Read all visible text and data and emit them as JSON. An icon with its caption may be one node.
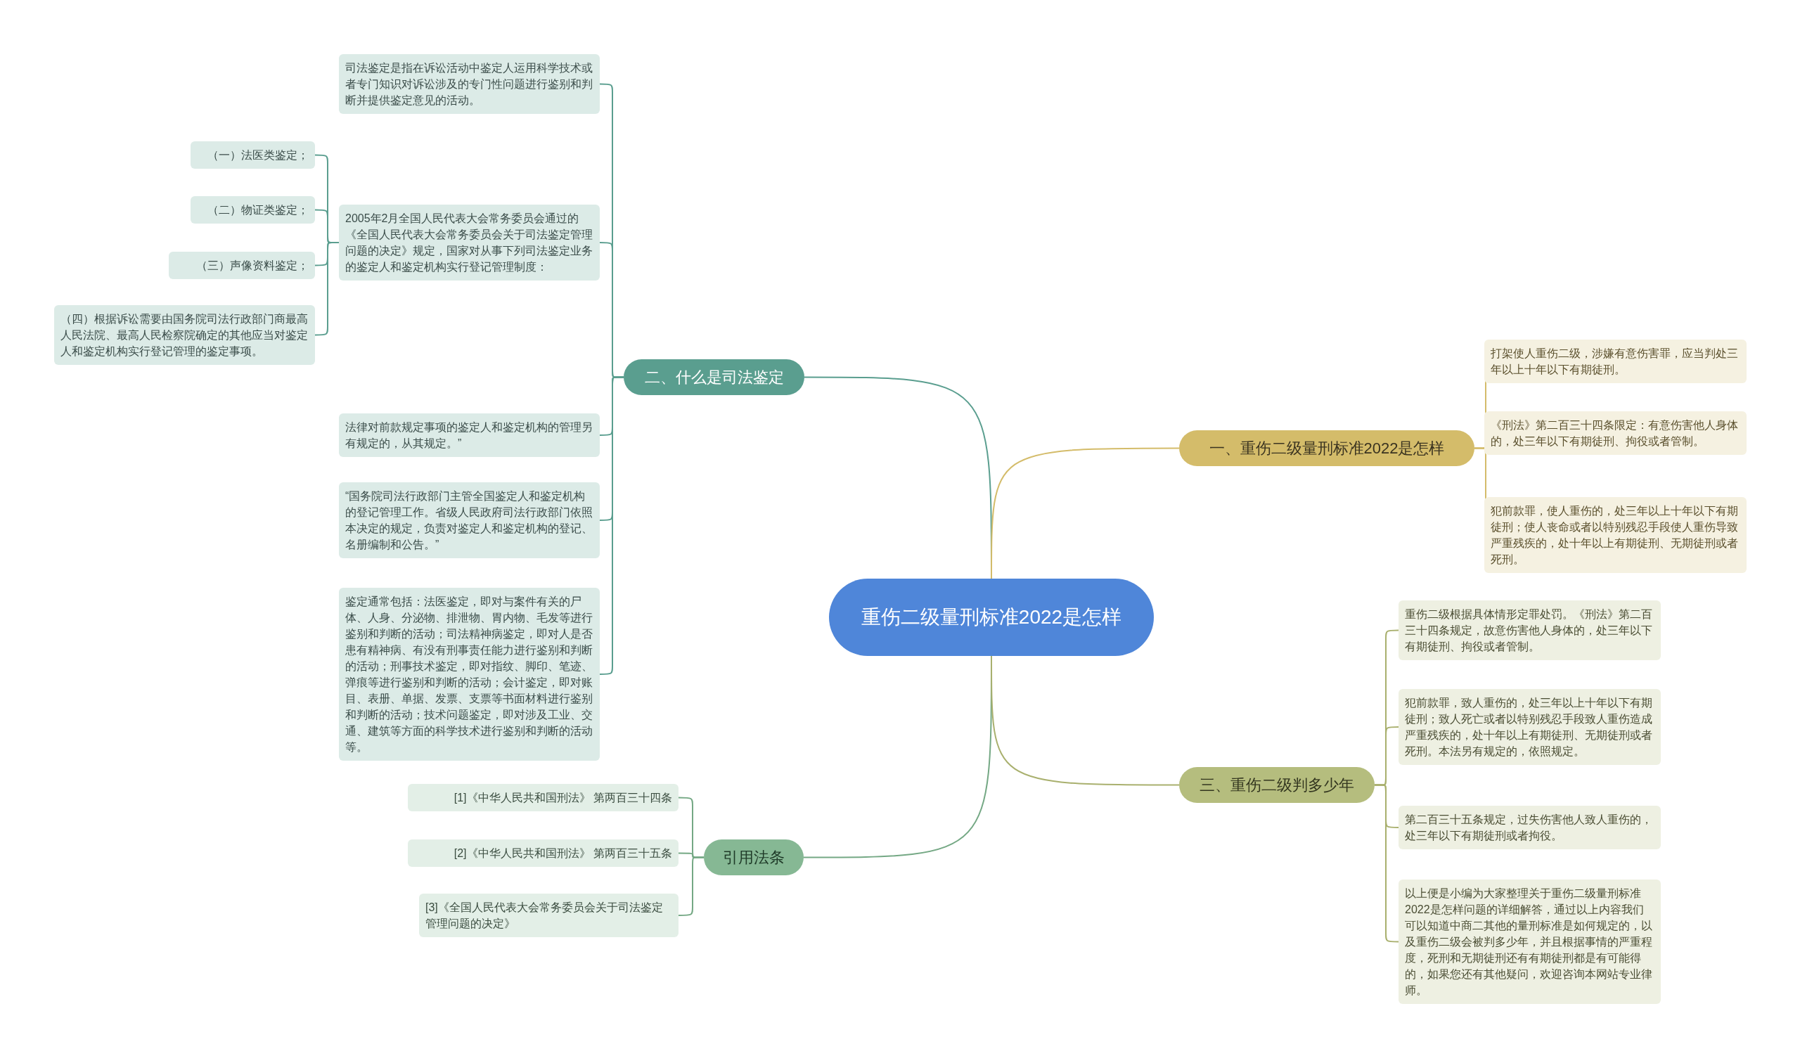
{
  "diagram": {
    "nodes": [
      {
        "text": [
          "重伤二级量刑标准2022是怎样"
        ]
      },
      {
        "text": [
          "二、什么是司法鉴定"
        ]
      },
      {
        "text": [
          "司法鉴定是指在诉讼活动中鉴定人运用科学技术或者专门知识对诉讼涉及的专门性问题进行鉴别和判断并提供鉴定意见的活动。"
        ]
      },
      {
        "text": [
          "2005年2月全国人民代表大会常务委员会通过的《全国人民代表大会常务委员会关于司法鉴定管理问题的决定》规定，国家对从事下列司法鉴定业务的鉴定人和鉴定机构实行登记管理制度："
        ]
      },
      {
        "text": [
          "（一）法医类鉴定；"
        ]
      },
      {
        "text": [
          "（二）物证类鉴定；"
        ]
      },
      {
        "text": [
          "（三）声像资料鉴定；"
        ]
      },
      {
        "text": [
          "（四）根据诉讼需要由国务院司法行政部门商最高人民法院、最高人民检察院确定的其他应当对鉴定人和鉴定机构实行登记管理的鉴定事项。"
        ]
      },
      {
        "text": [
          "法律对前款规定事项的鉴定人和鉴定机构的管理另有规定的，从其规定。”"
        ]
      },
      {
        "text": [
          "“国务院司法行政部门主管全国鉴定人和鉴定机构的登记管理工作。省级人民政府司法行政部门依照本决定的规定，负责对鉴定人和鉴定机构的登记、名册编制和公告。”"
        ]
      },
      {
        "text": [
          "鉴定通常包括：法医鉴定，即对与案件有关的尸体、人身、分泌物、排泄物、胃内物、毛发等进行鉴别和判断的活动；司法精神病鉴定，即对人是否患有精神病、有没有刑事责任能力进行鉴别和判断的活动；刑事技术鉴定，即对指纹、脚印、笔迹、弹痕等进行鉴别和判断的活动；会计鉴定，即对账目、表册、单据、发票、支票等书面材料进行鉴别和判断的活动；技术问题鉴定，即对涉及工业、交通、建筑等方面的科学技术进行鉴别和判断的活动等。"
        ]
      },
      {
        "text": [
          "引用法条"
        ]
      },
      {
        "text": [
          "[1]《中华人民共和国刑法》 第两百三十四条"
        ]
      },
      {
        "text": [
          "[2]《中华人民共和国刑法》 第两百三十五条"
        ]
      },
      {
        "text": [
          "[3]《全国人民代表大会常务委员会关于司法鉴定管理问题的决定》"
        ]
      },
      {
        "text": [
          "一、重伤二级量刑标准2022是怎样"
        ]
      },
      {
        "text": [
          "打架使人重伤二级，涉嫌有意伤害罪，应当判处三年以上十年以下有期徒刑。"
        ]
      },
      {
        "text": [
          "《刑法》第二百三十四条限定：有意伤害他人身体的，处三年以下有期徒刑、拘役或者管制。"
        ]
      },
      {
        "text": [
          "犯前款罪，使人重伤的，处三年以上十年以下有期徒刑；使人丧命或者以特别残忍手段使人重伤导致严重残疾的，处十年以上有期徒刑、无期徒刑或者死刑。"
        ]
      },
      {
        "text": [
          "三、重伤二级判多少年"
        ]
      },
      {
        "text": [
          "重伤二级根据具体情形定罪处罚。《刑法》第二百三十四条规定，故意伤害他人身体的，处三年以下有期徒刑、拘役或者管制。"
        ]
      },
      {
        "text": [
          "犯前款罪，致人重伤的，处三年以上十年以下有期徒刑；致人死亡或者以特别残忍手段致人重伤造成严重残疾的，处十年以上有期徒刑、无期徒刑或者死刑。本法另有规定的，依照规定。"
        ]
      },
      {
        "text": [
          "第二百三十五条规定，过失伤害他人致人重伤的，处三年以下有期徒刑或者拘役。"
        ]
      },
      {
        "text": [
          "以上便是小编为大家整理关于重伤二级量刑标准2022是怎样问题的详细解答，通过以上内容我们可以知道中商二其他的量刑标准是如何规定的，以及重伤二级会被判多少年，并且根据事情的严重程度，死刑和无期徒刑还有有期徒刑都是有可能得的，如果您还有其他疑问，欢迎咨询本网站专业律师。"
        ]
      }
    ],
    "edges": [
      {
        "from": 0,
        "to": 1,
        "arrow": "none"
      },
      {
        "from": 1,
        "to": 2,
        "arrow": "none"
      },
      {
        "from": 1,
        "to": 3,
        "arrow": "none"
      },
      {
        "from": 3,
        "to": 4,
        "arrow": "none"
      },
      {
        "from": 3,
        "to": 5,
        "arrow": "none"
      },
      {
        "from": 3,
        "to": 6,
        "arrow": "none"
      },
      {
        "from": 3,
        "to": 7,
        "arrow": "none"
      },
      {
        "from": 1,
        "to": 8,
        "arrow": "none"
      },
      {
        "from": 1,
        "to": 9,
        "arrow": "none"
      },
      {
        "from": 1,
        "to": 10,
        "arrow": "none"
      },
      {
        "from": 0,
        "to": 11,
        "arrow": "none",
        "color": "#74a884"
      },
      {
        "from": 11,
        "to": 12,
        "arrow": "none",
        "color": "#74a884"
      },
      {
        "from": 11,
        "to": 13,
        "arrow": "none",
        "color": "#74a884"
      },
      {
        "from": 11,
        "to": 14,
        "arrow": "none",
        "color": "#74a884"
      },
      {
        "from": 0,
        "to": 15,
        "arrow": "none",
        "color": "#d4bc6a"
      },
      {
        "from": 15,
        "to": 16,
        "arrow": "none",
        "color": "#d4bc6a"
      },
      {
        "from": 15,
        "to": 17,
        "arrow": "none",
        "color": "#d4bc6a"
      },
      {
        "from": 15,
        "to": 18,
        "arrow": "none",
        "color": "#d4bc6a"
      },
      {
        "from": 0,
        "to": 19,
        "arrow": "none",
        "color": "#a9b06e"
      },
      {
        "from": 19,
        "to": 20,
        "arrow": "none",
        "color": "#a9b06e"
      },
      {
        "from": 19,
        "to": 21,
        "arrow": "none",
        "color": "#a9b06e"
      },
      {
        "from": 19,
        "to": 22,
        "arrow": "none",
        "color": "#a9b06e"
      },
      {
        "from": 19,
        "to": 23,
        "arrow": "none",
        "color": "#a9b06e"
      }
    ]
  }
}
